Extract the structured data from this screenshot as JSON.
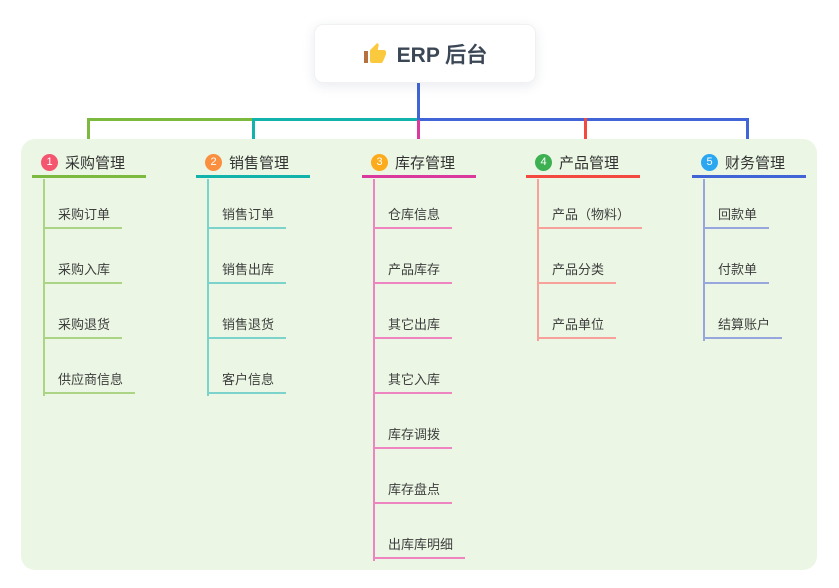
{
  "root": {
    "label": "ERP 后台",
    "icon": {
      "name": "thumbs-up-icon",
      "hand_color": "#fbc93d",
      "cuff_color": "#b5713f"
    }
  },
  "canvas": {
    "background": "#ffffff",
    "panel_background": "#ebf7e4"
  },
  "branches": [
    {
      "badge": "1",
      "label": "采购管理",
      "badge_color": "#f4566f",
      "line_color": "#7cb93f",
      "child_line_color": "#abd585",
      "children": [
        "采购订单",
        "采购入库",
        "采购退货",
        "供应商信息"
      ]
    },
    {
      "badge": "2",
      "label": "销售管理",
      "badge_color": "#fa8f40",
      "line_color": "#11b3ab",
      "child_line_color": "#7cd3cb",
      "children": [
        "销售订单",
        "销售出库",
        "销售退货",
        "客户信息"
      ]
    },
    {
      "badge": "3",
      "label": "库存管理",
      "badge_color": "#fbab1c",
      "line_color": "#da3a9d",
      "child_line_color": "#ee85c1",
      "children": [
        "仓库信息",
        "产品库存",
        "其它出库",
        "其它入库",
        "库存调拨",
        "库存盘点",
        "出库库明细"
      ]
    },
    {
      "badge": "4",
      "label": "产品管理",
      "badge_color": "#3db152",
      "line_color": "#f4493f",
      "child_line_color": "#f8a09a",
      "children": [
        "产品（物料）",
        "产品分类",
        "产品单位"
      ]
    },
    {
      "badge": "5",
      "label": "财务管理",
      "badge_color": "#2ba7f2",
      "line_color": "#4165d6",
      "child_line_color": "#97a7dd",
      "children": [
        "回款单",
        "付款单",
        "结算账户"
      ]
    }
  ]
}
